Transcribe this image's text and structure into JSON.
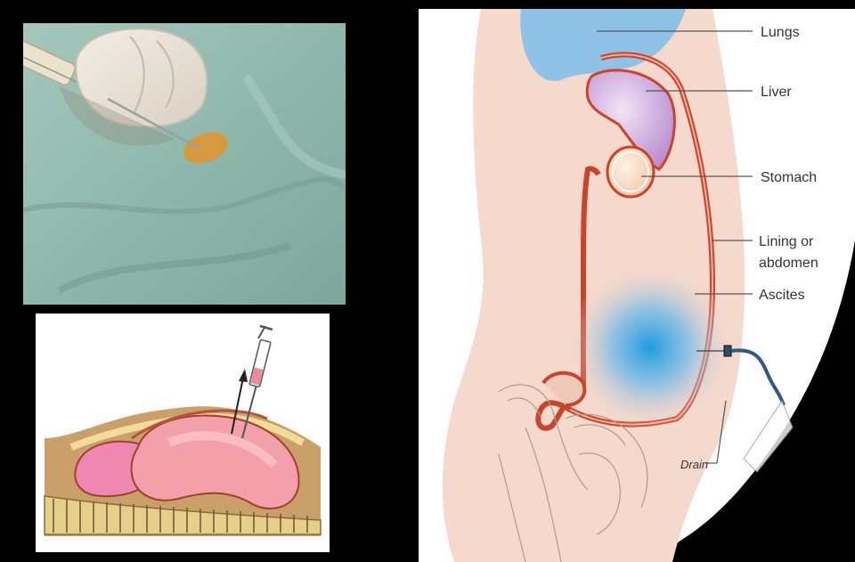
{
  "labels": {
    "lungs": "Lungs",
    "liver": "Liver",
    "stomach": "Stomach",
    "lining_line1": "Lining or",
    "lining_line2": "abdomen",
    "ascites": "Ascites",
    "drain": "Drain"
  },
  "colors": {
    "background": "#000000",
    "drape": "#8fb8ad",
    "glove": "#ece7de",
    "skin": "#f4d9cc",
    "lining": "#c9442a",
    "ascites_fluid": "#2a9ad8",
    "lungs": "#8ec2e6",
    "liver": "#c79ad6",
    "organ_pink": "#ef9bb0",
    "abdominal_wall": "#c9a06a"
  },
  "icons": [
    "syringe-icon",
    "needle-icon",
    "arrow-up-icon",
    "drain-tube-icon"
  ]
}
